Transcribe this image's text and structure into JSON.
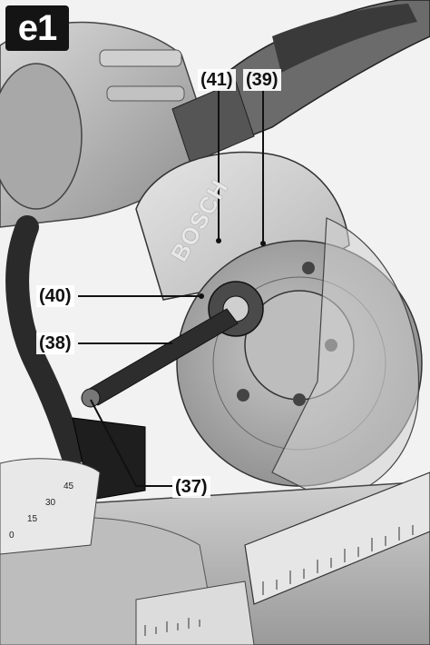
{
  "figure": {
    "label": "e1",
    "brand_text": "BOSCH"
  },
  "callouts": {
    "c41": "(41)",
    "c39": "(39)",
    "c40": "(40)",
    "c38": "(38)",
    "c37": "(37)"
  },
  "scale": {
    "marks": [
      "0",
      "15",
      "30",
      "45"
    ]
  },
  "colors": {
    "badge_bg": "#141414",
    "badge_fg": "#ffffff",
    "line": "#111111"
  }
}
